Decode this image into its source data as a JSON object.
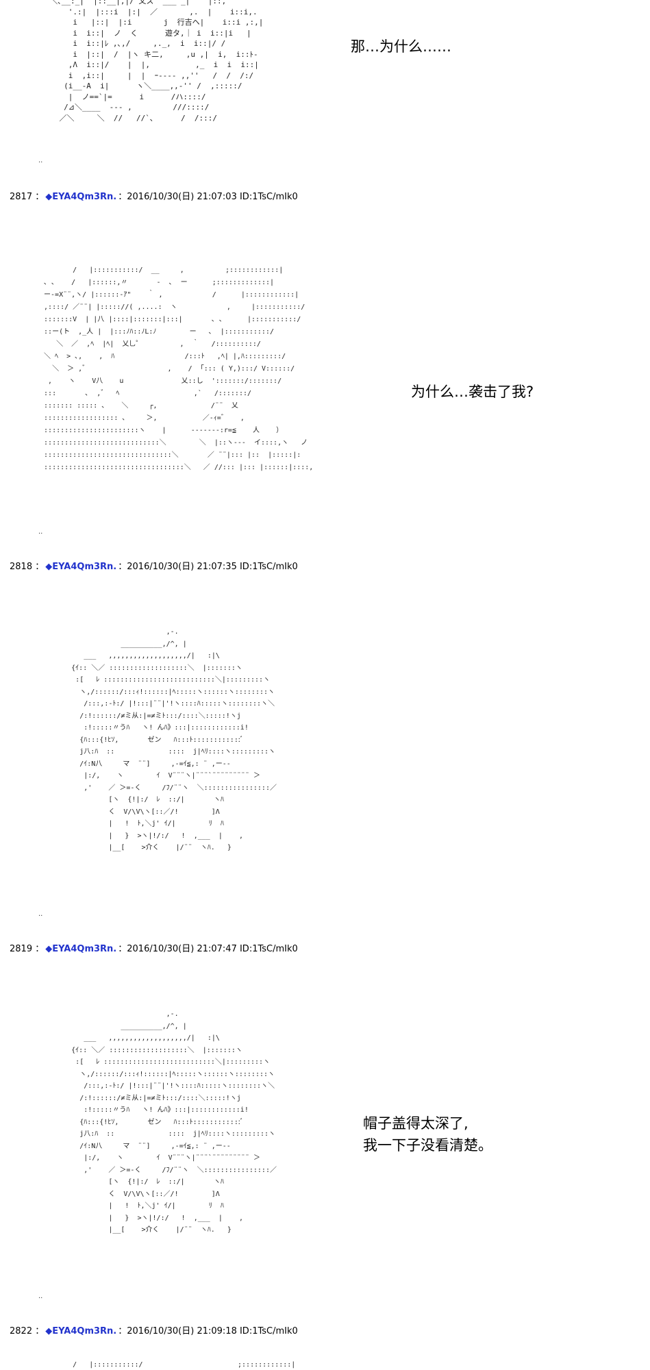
{
  "posts": [
    {
      "number": "2817",
      "separator": "：",
      "trip": "◆EYA4Qm3Rn.",
      "meta": "：2016/10/30(日) 21:07:03 ID:1TsC/mIk0"
    },
    {
      "number": "2818",
      "separator": "：",
      "trip": "◆EYA4Qm3Rn.",
      "meta": "：2016/10/30(日) 21:07:35 ID:1TsC/mIk0"
    },
    {
      "number": "2819",
      "separator": "：",
      "trip": "◆EYA4Qm3Rn.",
      "meta": "：2016/10/30(日) 21:07:47 ID:1TsC/mIk0"
    },
    {
      "number": "2822",
      "separator": "：",
      "trip": "◆EYA4Qm3Rn.",
      "meta": "：2016/10/30(日) 21:09:18 ID:1TsC/mIk0"
    }
  ],
  "captions": {
    "c0": "那…为什么……",
    "c1": "为什么…袭击了我?",
    "c2_line1": "帽子盖得太深了,",
    "c2_line2": "我一下子没看清楚。"
  },
  "ascii_art": {
    "a0": "  ＼､__:_|  |::__|,|/ 乂ス' ___ _|    |::,\n      '.:|  |:::i  |:|  ／       ,.  |    i::i,.\n       i   |::|  |:i       j  行吉ヘ|    i::i ,:,|\n       i  i::|  ノ  く      遊タ,｜ i  i::|i   |\n       i  i::|ﾚ ,､,/     ,._,  i  i::|/ /\n       i  |::|  /  |ヽ キ二,     ,u ,|  i,  i::ﾄ-\n      ,Λ  i::|/    |  |,          ,_  i  i  i::|\n      i  ,i::|     |  |  ｰ---- ,,''   /  /  /:/\n     (i__-A  i|      ヽ＼____,,-'' /  ,:::::/\n      |  ノ==`|=      i      /ハ::::/\n     /⊿＼____  --- ,         ///::::/\n    ／＼     ＼  //   //`､      /  /:::/",
    "a1": "         /   |:::::::::::/  __     ,          ;::::::::::::|\n  ､ ､    /   |::::::,〃       -  ､  ー      ;:::::::::::::|\n  ー-=X¨¨,ヽ/ |::::::-ｱ\"    ｀ ,            /      |::::::::::::|\n  ,::::/ ／¨¨| |::::://( ,....:  ヽ            ,     |:::::::::::/\n  :::::::V  | |八 |::::|:::::::|:::|       ､ ､      |:::::::::::/\n  ::ー(ト  ,_人 |  |:::ﾉﾊ::ﾉL:ﾉ        ー   ､  |:::::::::::/\n     ＼  ／  ,ﾍ  |ﾍ|  乂乚゜         ,  ｀   /::::::::::/\n  ＼ ﾍ  > ､,    ,  ﾊ                 /:::ﾄ   ,ﾍ| |,ﾊ:::::::::/\n    ＼  ＞ ,゛                   ,    /  ｢::: ( Y,):::/ V::::::/\n   ,    ヽ    V八    u              乂::し  ':::::::/:::::::/\n  :::       ､  ,゛  ﾍ                  ,`   /:::::::/\n  ::::::: ::::: ､    ＼     ┌,             /¨¨  乂\n  :::::::::::::::::: ､     ＞,           ／-ｨ=゛   ,\n  :::::::::::::::::::::::ヽ    |      -------:r=≦    人    ）\n  ::::::::::::::::::::::::::::＼        ＼  |::ヽ---  イ::::,ヽ   ノ\n  :::::::::::::::::::::::::::::::＼       ／ ¨¨|::: |::  |:::::|:\n  ::::::::::::::::::::::::::::::::::＼   ／ //::: |::: |::::::|::::,",
    "a2": "                               ,-.\n                    __________,/^, |\n           ___   ,,,,,,,,,,,,,,,,,,,/|   :|\\\n        {ｲ:: ＼／ :::::::::::::::::::＼  |:::::::ヽ\n         :[   ﾚ :::::::::::::::::::::::::::＼|:::::::::ヽ\n          ヽ,/::::::/:::ｨ!::::::|ﾍ:::::ヽ::::::ヽ::::::::ヽ\n           /:::,:-ﾄ:/ |!:::|¨¨|'!ヽ::::ﾊ:::::ヽ::::::::ヽ＼\n          /:!::::::/≠ミ从:|=≠ミﾄ:::/::::＼:::::!ヽj\n           :!:::::〃うﾊ   ヽ! んﾊ》:::|::::::::::::i!\n          {ﾊ:::{!ﾋｿ,       ゼン   ﾊ:::ﾄ::::::::::::ﾞ\n          j八:ﾊ  ::             ::::  j|ﾍﾘ::::ヽ:::::::::ヽ\n          /ｲ:N八     マ  ¨¨]     ,-=ｲ≦,: ¨ ,ー--\n           |:/,    ヽ        ｲ  V¨¨¨ヽ|¨¨¨`¨¨¨¨¨¨¨¨¨ ＞\n           ,'    ／ ＞=-く     /ﾌ/¨¨ヽ  ＼::::::::::::::::／\n                 [ヽ  {!|:/  ﾚ  ::/|       ヽﾊ\n                 く  V/\\V\\ヽ[::／/!        ]Λ\n                 |   !  ﾄ,＼j' ｲ/|        ﾘ  ﾊ\n                 |   }  >ヽ|!/:/   !  ,___  |    ,\n                 |__[    >介く    |/¨¨  ヽﾊ.   }",
    "a3": "                               ,-.\n                    __________,/^, |\n           ___   ,,,,,,,,,,,,,,,,,,,/|   :|\\\n        {ｲ:: ＼／ :::::::::::::::::::＼  |:::::::ヽ\n         :[   ﾚ :::::::::::::::::::::::::::＼|:::::::::ヽ\n          ヽ,/::::::/:::ｨ!::::::|ﾍ:::::ヽ::::::ヽ::::::::ヽ\n           /:::,:-ﾄ:/ |!:::|¨¨|'!ヽ::::ﾊ:::::ヽ::::::::ヽ＼\n          /:!::::::/≠ミ从:|=≠ミﾄ:::/::::＼:::::!ヽj\n           :!:::::〃うﾊ   ヽ! んﾊ》:::|::::::::::::i!\n          {ﾊ:::{!ﾋｿ,       ゼン   ﾊ:::ﾄ::::::::::::ﾞ\n          j八:ﾊ  ::             ::::  j|ﾍﾘ::::ヽ:::::::::ヽ\n          /ｲ:N八     マ  ¨¨]     ,-=ｲ≦,: ¨ ,ー--\n           |:/,    ヽ        ｲ  V¨¨¨ヽ|¨¨¨`¨¨¨¨¨¨¨¨¨ ＞\n           ,'    ／ ＞=-く     /ﾌ/¨¨ヽ  ＼::::::::::::::::／\n                 [ヽ  {!|:/  ﾚ  ::/|       ヽﾊ\n                 く  V/\\V\\ヽ[::／/!        ]Λ\n                 |   !  ﾄ,＼j' ｲ/|        ﾘ  ﾊ\n                 |   }  >ヽ|!/:/   !  ,___  |    ,\n                 |__[    >介く    |/¨¨  ヽﾊ.   }",
    "a4": "         /   |:::::::::::/                       ;::::::::::::|"
  },
  "dots": ".."
}
